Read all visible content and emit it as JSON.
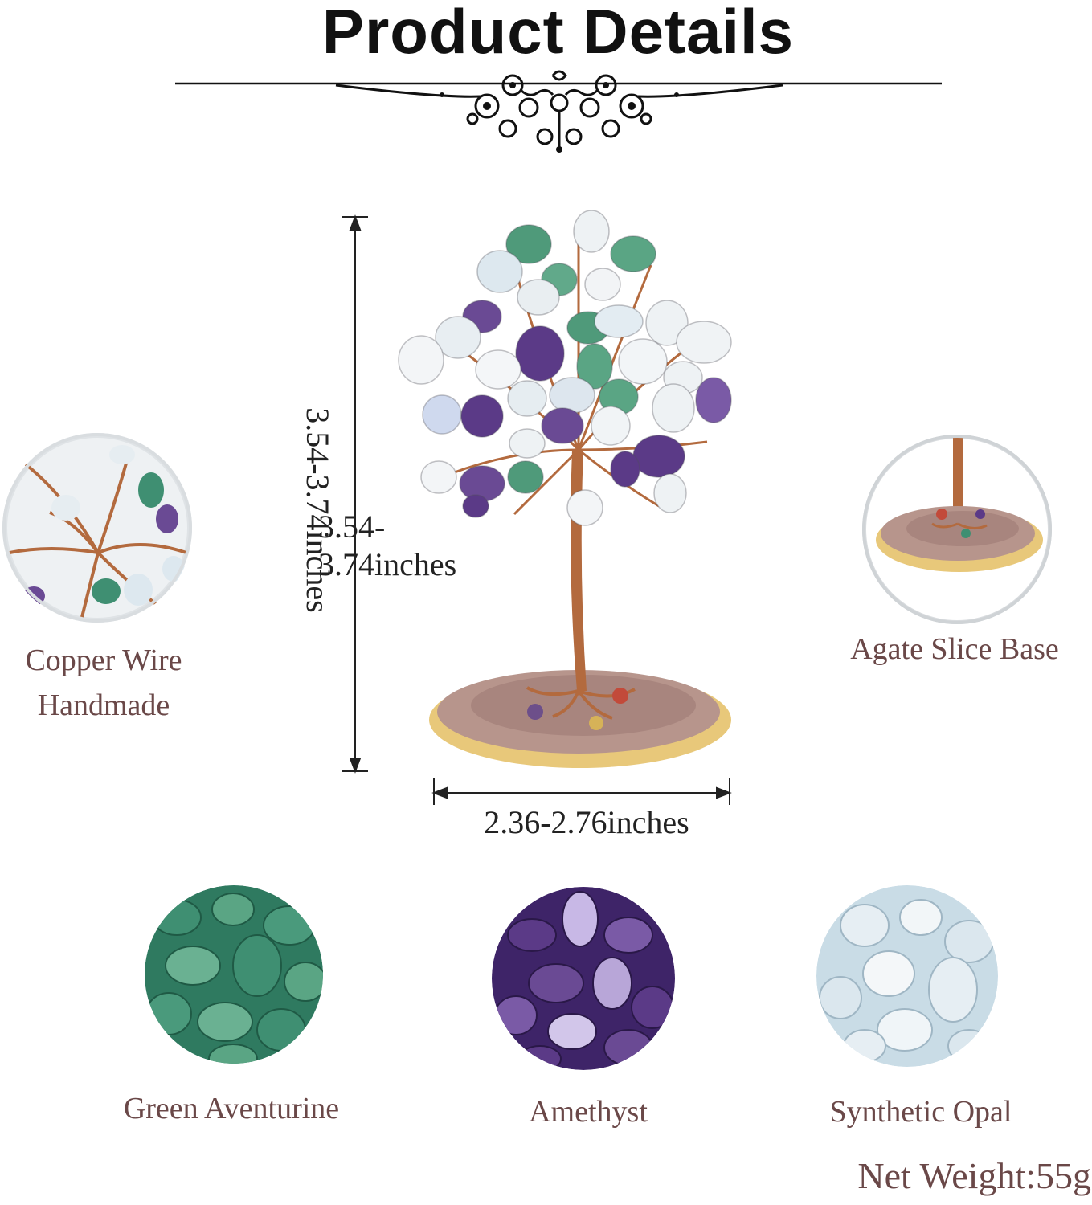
{
  "header": {
    "title": "Product Details"
  },
  "tree": {
    "height_label": "3.54-3.74inches",
    "width_label": "2.36-2.76inches"
  },
  "details": {
    "copper_wire_line1": "Copper Wire",
    "copper_wire_line2": "Handmade",
    "agate_base": "Agate Slice Base"
  },
  "stones": {
    "green_aventurine": "Green Aventurine",
    "amethyst": "Amethyst",
    "synthetic_opal": "Synthetic Opal"
  },
  "footer": {
    "net_weight": "Net Weight:55g"
  },
  "colors": {
    "caption": "#6a4848",
    "copper": "#b36a3e",
    "aventurine": "#3f8f72",
    "amethyst": "#5b3a87",
    "opal": "#c9dce6",
    "agate": "#b7958c"
  },
  "icons": [
    "ornamental-divider",
    "dimension-arrow",
    "crystal-tree-photo",
    "copper-wire-photo",
    "agate-base-photo",
    "green-aventurine-photo",
    "amethyst-photo",
    "synthetic-opal-photo"
  ]
}
